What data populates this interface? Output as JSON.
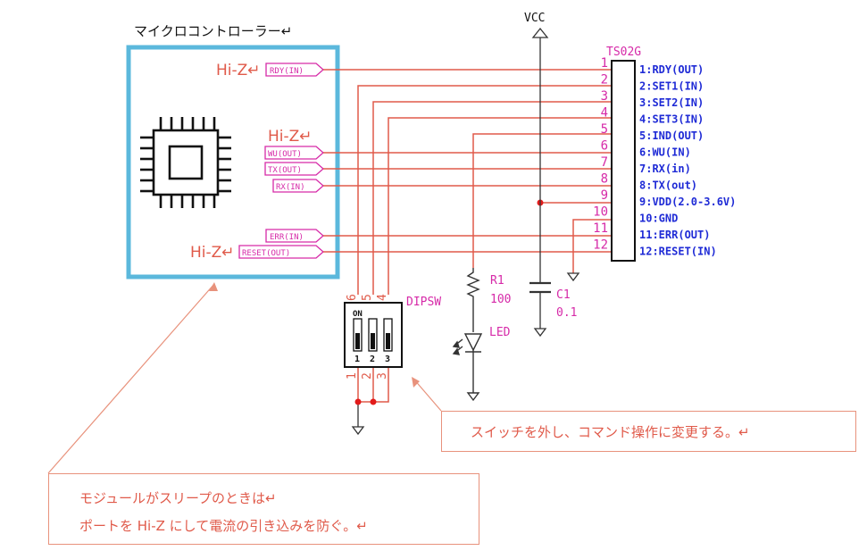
{
  "mcu": {
    "title": "マイクロコントローラー↵",
    "hiz_rdy": "Hi-Z↵",
    "hiz_wu": "Hi-Z↵",
    "hiz_reset": "Hi-Z↵",
    "ports": [
      {
        "id": "rdy",
        "label": "RDY(IN)"
      },
      {
        "id": "wu",
        "label": "WU(OUT)"
      },
      {
        "id": "tx",
        "label": "TX(OUT)"
      },
      {
        "id": "rx",
        "label": "RX(IN)"
      },
      {
        "id": "err",
        "label": "ERR(IN)"
      },
      {
        "id": "reset",
        "label": "RESET(OUT)"
      }
    ]
  },
  "power": {
    "vcc": "VCC"
  },
  "ts02g": {
    "name": "TS02G",
    "pin_numbers": [
      "1",
      "2",
      "3",
      "4",
      "5",
      "6",
      "7",
      "8",
      "9",
      "10",
      "11",
      "12"
    ],
    "pin_labels": [
      "1:RDY(OUT)",
      "2:SET1(IN)",
      "3:SET2(IN)",
      "4:SET3(IN)",
      "5:IND(OUT)",
      "6:WU(IN)",
      "7:RX(in)",
      "8:TX(out)",
      "9:VDD(2.0-3.6V)",
      "10:GND",
      "11:ERR(OUT)",
      "12:RESET(IN)"
    ]
  },
  "dipsw": {
    "name": "DIPSW",
    "on_label": "ON",
    "switch_numbers": [
      "1",
      "2",
      "3"
    ],
    "top_pins": [
      "6",
      "5",
      "4"
    ],
    "bottom_pins": [
      "1",
      "2",
      "3"
    ]
  },
  "r1": {
    "name": "R1",
    "value": "100"
  },
  "led": {
    "name": "LED"
  },
  "c1": {
    "name": "C1",
    "value": "0.1"
  },
  "notes": {
    "switch_note": "スイッチを外し、コマンド操作に変更する。↵",
    "sleep_note_line1": "モジュールがスリープのときは↵",
    "sleep_note_line2": "ポートを Hi-Z にして電流の引き込みを防ぐ。↵"
  },
  "colors": {
    "wire": "#e05a4a",
    "mcu_box": "#5bb8dc",
    "label_blue": "#1f2bd6",
    "label_magenta": "#d62aa8"
  }
}
